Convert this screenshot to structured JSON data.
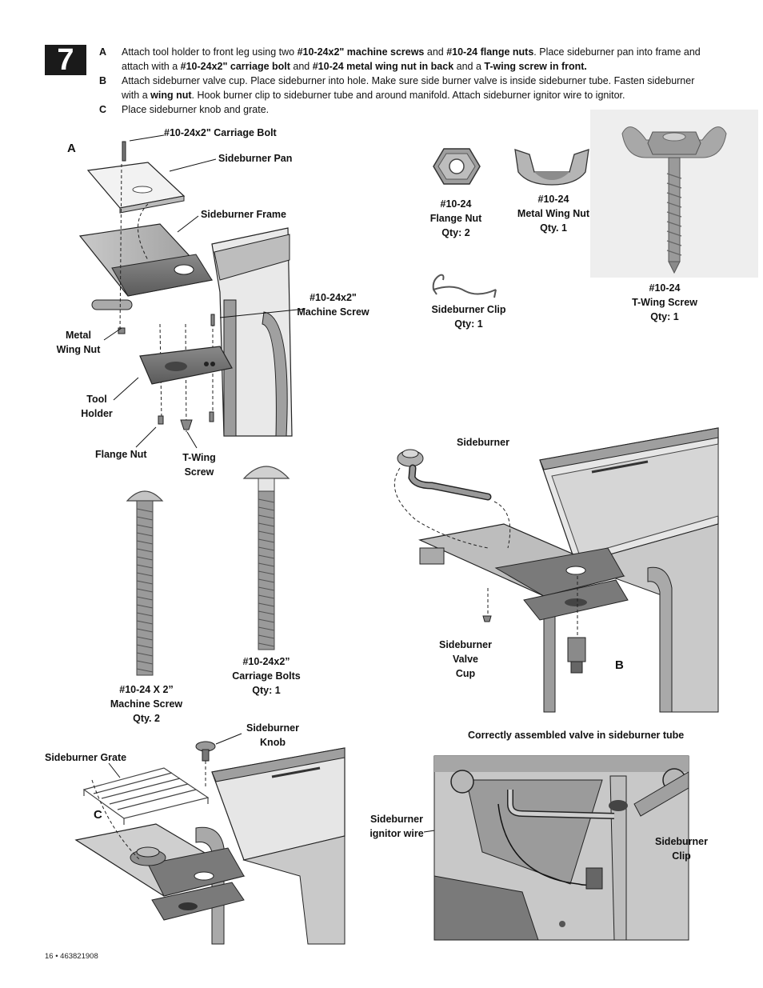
{
  "step_number": "7",
  "instructions": [
    {
      "letter": "A",
      "line1": [
        "Attach tool holder to front leg using two ",
        {
          "b": "#10-24x2\" machine screws"
        },
        " and ",
        {
          "b": "#10-24 flange nuts"
        },
        ". Place sideburner pan into frame and"
      ],
      "line2": [
        "attach with a ",
        {
          "b": "#10-24x2\" carriage bolt"
        },
        "  and ",
        {
          "b": "#10-24 metal wing nut in back"
        },
        " and a ",
        {
          "b": "T-wing screw in front."
        }
      ]
    },
    {
      "letter": "B",
      "line1": [
        "Attach sideburner valve cup. Place sideburner into hole. Make sure side burner valve is inside sideburner tube. Fasten sideburner"
      ],
      "line2": [
        "with a ",
        {
          "b": "wing nut"
        },
        ". Hook burner clip to sideburner tube and around manifold. Attach sideburner ignitor wire to ignitor."
      ]
    },
    {
      "letter": "C",
      "line1": [
        "Place sideburner knob and grate."
      ],
      "line2": []
    }
  ],
  "section_labels": {
    "a": "A",
    "b": "B",
    "c": "C"
  },
  "callouts_a": {
    "carriage_bolt": "#10-24x2\" Carriage Bolt",
    "sideburner_pan": "Sideburner Pan",
    "sideburner_frame": "Sideburner Frame",
    "machine_screw_line1": "#10-24x2\"",
    "machine_screw_line2": "Machine Screw",
    "metal_wing_nut_line1": "Metal",
    "metal_wing_nut_line2": "Wing Nut",
    "tool_holder_line1": "Tool",
    "tool_holder_line2": "Holder",
    "flange_nut": "Flange Nut",
    "t_wing_line1": "T-Wing",
    "t_wing_line2": "Screw"
  },
  "parts": {
    "flange_nut": {
      "line1": "#10-24",
      "line2": "Flange Nut",
      "qty": "Qty: 2"
    },
    "metal_wing_nut": {
      "line1": "#10-24",
      "line2": "Metal Wing Nut",
      "qty": "Qty. 1"
    },
    "t_wing_screw": {
      "line1": "#10-24",
      "line2": "T-Wing Screw",
      "qty": "Qty: 1"
    },
    "sideburner_clip": {
      "line1": "Sideburner Clip",
      "qty": "Qty: 1"
    },
    "machine_screw": {
      "line1": "#10-24 X 2”",
      "line2": "Machine Screw",
      "qty": "Qty. 2"
    },
    "carriage_bolts": {
      "line1": "#10-24x2”",
      "line2": "Carriage Bolts",
      "qty": "Qty: 1"
    }
  },
  "callouts_b": {
    "sideburner": "Sideburner",
    "valve_cup_line1": "Sideburner",
    "valve_cup_line2": "Valve",
    "valve_cup_line3": "Cup"
  },
  "callouts_c": {
    "knob_line1": "Sideburner",
    "knob_line2": "Knob",
    "grate": "Sideburner Grate"
  },
  "detail": {
    "title": "Correctly assembled valve in sideburner tube",
    "ignitor_line1": "Sideburner",
    "ignitor_line2": "ignitor wire",
    "clip_line1": "Sideburner",
    "clip_line2": "Clip"
  },
  "footer": "16  •  463821908"
}
